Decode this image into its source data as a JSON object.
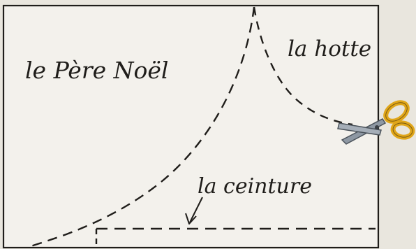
{
  "labels": {
    "santa": "le Père Noël",
    "hood": "la hotte",
    "belt": "la ceinture"
  },
  "icons": {
    "scissors": "scissors-icon"
  },
  "colors": {
    "paper": "#f3f1ec",
    "ink": "#1f1d1a",
    "scissor_handle": "#e0a61a",
    "scissor_blade": "#8e98a3"
  }
}
